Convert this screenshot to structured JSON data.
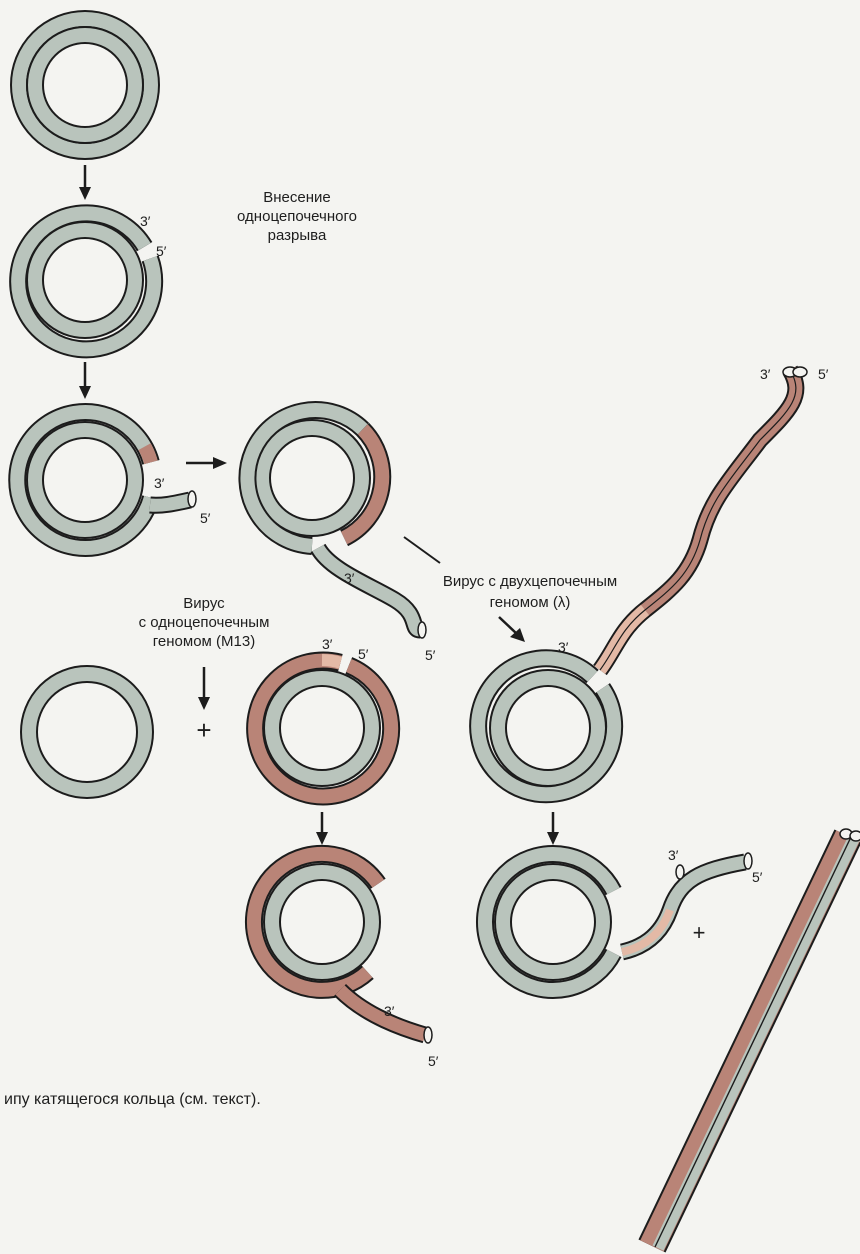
{
  "labels": {
    "nick_line1": "Внесение",
    "nick_line2": "одноцепочечного",
    "nick_line3": "разрыва",
    "ss_line1": "Вирус",
    "ss_line2": "с одноцепочечным",
    "ss_line3": "геномом (М13)",
    "ds_line1": "Вирус с двухцепочечным",
    "ds_line2": "геномом  (λ)",
    "caption": "ипу  катящегося  кольца  (см.  текст).",
    "plus": "+"
  },
  "ends": {
    "three": "3′",
    "five": "5′"
  },
  "colors": {
    "template": "#b9c4bc",
    "new_strand": "#b98477",
    "light_new": "#e3b9a6",
    "outline": "#1c1c1c",
    "background": "#f4f4f1"
  }
}
